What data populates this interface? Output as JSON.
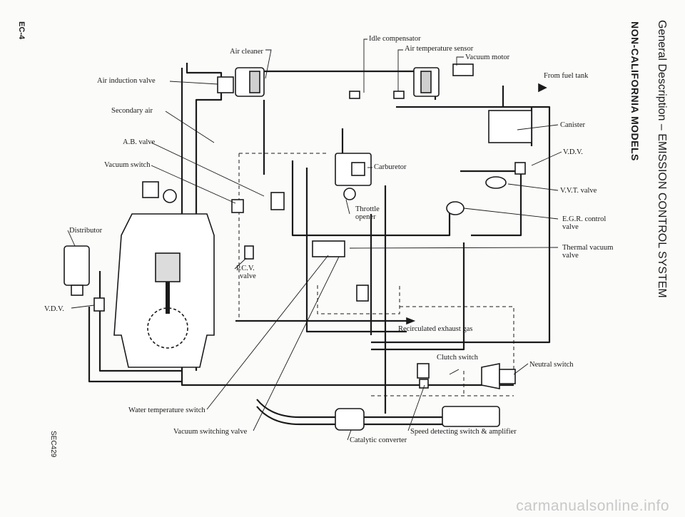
{
  "header": {
    "section_title": "General Description – EMISSION CONTROL SYSTEM",
    "subsection_title": "NON-CALIFORNIA MODELS",
    "page_number": "EC-4",
    "figure_code": "SEC429"
  },
  "labels": {
    "air_cleaner": "Air cleaner",
    "idle_compensator": "Idle compensator",
    "air_temperature_sensor": "Air temperature sensor",
    "vacuum_motor": "Vacuum motor",
    "air_induction_valve": "Air induction valve",
    "from_fuel_tank": "From fuel tank",
    "secondary_air": "Secondary air",
    "canister": "Canister",
    "ab_valve": "A.B. valve",
    "vdv_top": "V.D.V.",
    "vacuum_switch": "Vacuum switch",
    "carburetor": "Carburetor",
    "vvt_valve": "V.V.T. valve",
    "throttle_opener_1": "Throttle",
    "throttle_opener_2": "opener",
    "distributor": "Distributor",
    "egr_control_1": "E.G.R. control",
    "egr_control_2": "valve",
    "thermal_vacuum_1": "Thermal vacuum",
    "thermal_vacuum_2": "valve",
    "pcv_1": "P.C.V.",
    "pcv_2": "valve",
    "vdv_left": "V.D.V.",
    "recirculated_exhaust_gas": "Recirculated exhaust gas",
    "clutch_switch": "Clutch switch",
    "neutral_switch": "Neutral switch",
    "water_temperature_switch": "Water temperature switch",
    "vacuum_switching_valve": "Vacuum switching valve",
    "speed_detecting_switch": "Speed detecting switch & amplifier",
    "catalytic_converter": "Catalytic converter"
  },
  "watermark": "carmanualsonline.info"
}
